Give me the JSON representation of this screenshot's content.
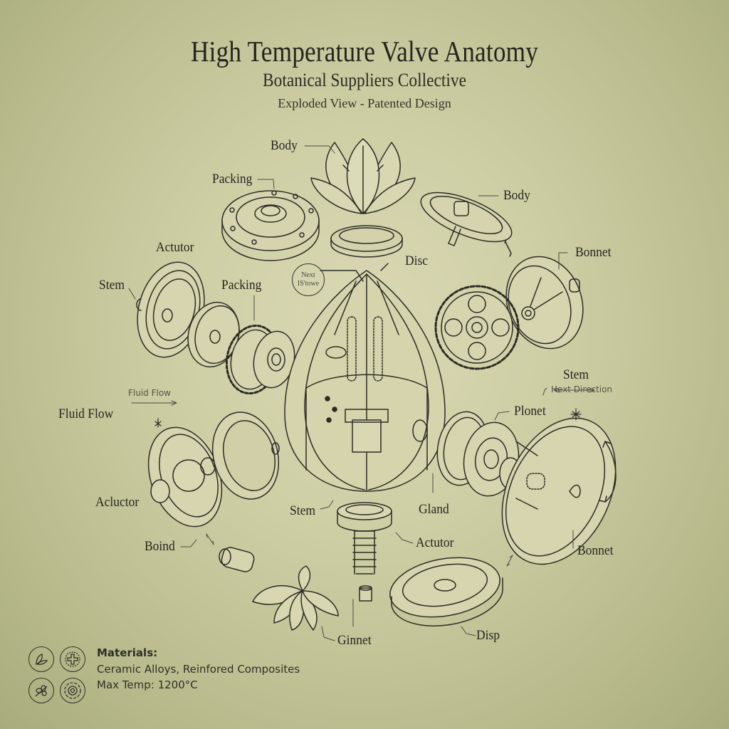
{
  "header": {
    "title": "High Temperature Valve Anatomy",
    "subtitle": "Botanical Suppliers Collective",
    "tagline": "Exploded View - Patented Design"
  },
  "badge": {
    "line1": "Next",
    "line2": "IS'towe"
  },
  "labels": {
    "body_top": "Body",
    "packing_top": "Packing",
    "body_right": "Body",
    "bonnet_right_top": "Bonnet",
    "actutor_left": "Actutor",
    "disc": "Disc",
    "stem_left": "Stem",
    "packing_mid": "Packing",
    "stem_right": "Stem",
    "heat_direction": "Hext Direction",
    "fluid_flow_arrow": "Fluid Flow",
    "fluid_flow": "Fluid Flow",
    "plonet": "Plonet",
    "acluctor": "Acluctor",
    "stem_bottom": "Stem",
    "gland": "Gland",
    "actutor_bottom": "Actutor",
    "boind": "Boind",
    "bonnet_right_bottom": "Bonnet",
    "ginnet": "Ginnet",
    "disp": "Disp"
  },
  "legend": {
    "heading": "Materials:",
    "line1": "Ceramic Alloys, Reinfored Composites",
    "line2": "Max Temp: 1200°C",
    "icons": [
      "leaf-icon",
      "cross-gear-icon",
      "herb-icon",
      "cog-icon"
    ]
  },
  "colors": {
    "background": "#cfcfa6",
    "ink": "#2a2a22",
    "fill": "#d6d5b0"
  }
}
